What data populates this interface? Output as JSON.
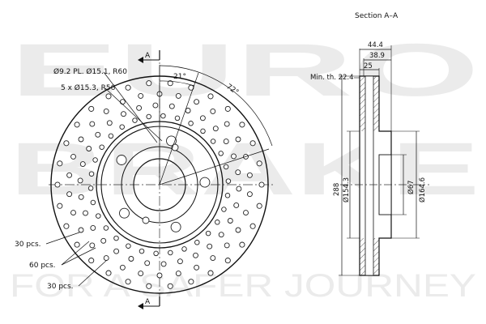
{
  "watermark": {
    "line1": "EURO",
    "line2": "BRAKE",
    "tagline": "FOR A SAFER JOURNEY"
  },
  "front_view": {
    "section_marker_top": "A",
    "section_marker_bottom": "A",
    "callouts": {
      "hole_pcd": "Ø9.2 PL. Ø15.1, R60",
      "bolt_holes": "5 x Ø15.3, R56",
      "outer_row": "30 pcs.",
      "middle_rows": "60 pcs.",
      "inner_row": "30 pcs."
    },
    "angles": {
      "small": "21°",
      "large": "72°"
    }
  },
  "section_view": {
    "title": "Section A–A",
    "min_thickness_label": "Min. th. 22.4",
    "dims": {
      "overall_width": "44.4",
      "hat_width": "38.9",
      "disc_thickness": "25",
      "outer_diameter": "288",
      "hat_diameter": "Ø154.3",
      "bore_diameter": "Ø67",
      "hat_outer_diameter": "Ø164.6"
    }
  }
}
